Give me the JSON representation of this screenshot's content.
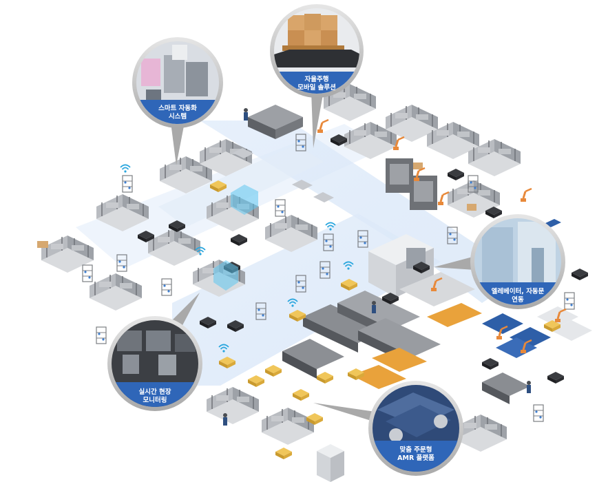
{
  "callouts": {
    "smart_automation": {
      "line1": "스마트 자동화",
      "line2": "시스템"
    },
    "autonomous_mobile": {
      "line1": "자율주행",
      "line2": "모바일 솔루션"
    },
    "elevator": {
      "line1": "엘레베이터, 자동문",
      "line2": "연동"
    },
    "monitoring": {
      "line1": "실시간 현장",
      "line2": "모니터링"
    },
    "amr_platform": {
      "line1": "맞춤 주문형",
      "line2": "AMR 플랫폼"
    }
  },
  "colors": {
    "callout_band": "#2f66b8",
    "ring": "#c9c9c9",
    "machine": "#8c8f94",
    "machine_dark": "#4a4d52",
    "floor_path": "#dce9f8",
    "wifi": "#2aa6de",
    "agv_yellow": "#e6b23a",
    "robot_orange": "#e8893a",
    "blue_station": "#2e5fa8"
  },
  "icons": [
    "wifi-icon",
    "robot-arm-icon",
    "agv-icon",
    "box-icon"
  ]
}
